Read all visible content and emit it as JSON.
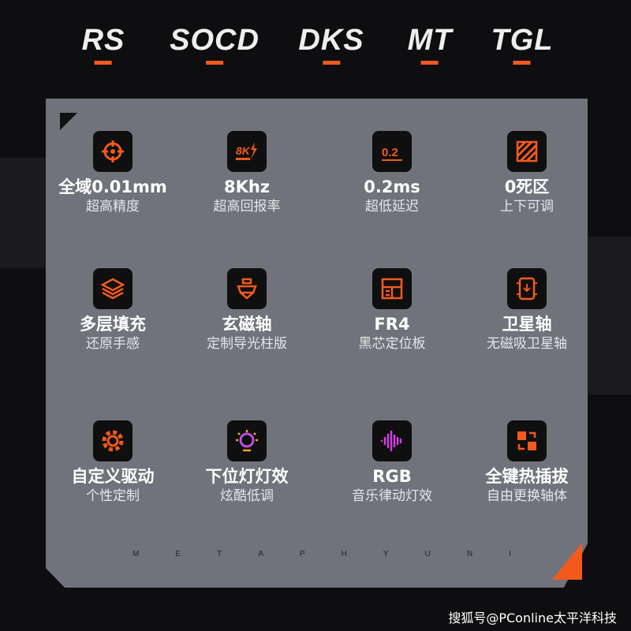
{
  "modes": [
    "RS",
    "SOCD",
    "DKS",
    "MT",
    "TGL"
  ],
  "accent": "#f25a1c",
  "features": [
    {
      "icon": "crosshair-icon",
      "title": "全域0.01mm",
      "subtitle": "超高精度"
    },
    {
      "icon": "8k-bolt-icon",
      "title": "8Khz",
      "subtitle": "超高回报率",
      "glyph": "8K"
    },
    {
      "icon": "latency-icon",
      "title": "0.2ms",
      "subtitle": "超低延迟",
      "glyph": "0.2"
    },
    {
      "icon": "deadzone-icon",
      "title": "0死区",
      "subtitle": "上下可调"
    },
    {
      "icon": "layers-icon",
      "title": "多层填充",
      "subtitle": "还原手感"
    },
    {
      "icon": "switch-icon",
      "title": "玄磁轴",
      "subtitle": "定制导光柱版"
    },
    {
      "icon": "plate-icon",
      "title": "FR4",
      "subtitle": "黑芯定位板"
    },
    {
      "icon": "stabilizer-icon",
      "title": "卫星轴",
      "subtitle": "无磁吸卫星轴"
    },
    {
      "icon": "gear-icon",
      "title": "自定义驱动",
      "subtitle": "个性定制"
    },
    {
      "icon": "light-icon",
      "title": "下位灯灯效",
      "subtitle": "炫酷低调"
    },
    {
      "icon": "soundwave-icon",
      "title": "RGB",
      "subtitle": "音乐律动灯效"
    },
    {
      "icon": "hotswap-icon",
      "title": "全键热插拔",
      "subtitle": "自由更换轴体"
    }
  ],
  "brand_letters": [
    "M",
    "E",
    "T",
    "A",
    "P",
    "H",
    "Y",
    "U",
    "N",
    "I"
  ],
  "watermark": "搜狐号@PConline太平洋科技"
}
